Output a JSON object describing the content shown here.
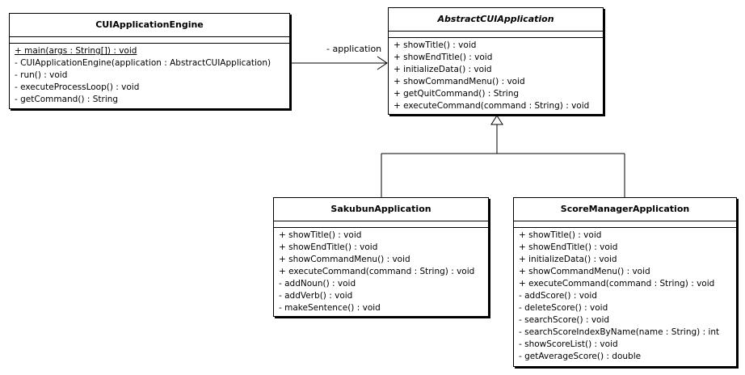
{
  "classes": {
    "engine": {
      "name": "CUIApplicationEngine",
      "operations": [
        "+ main(args : String[]) : void",
        "- CUIApplicationEngine(application : AbstractCUIApplication)",
        "- run() : void",
        "- executeProcessLoop() : void",
        "- getCommand() : String"
      ]
    },
    "abstract": {
      "name": "AbstractCUIApplication",
      "operations": [
        "+ showTitle() : void",
        "+ showEndTitle() : void",
        "+ initializeData() : void",
        "+ showCommandMenu() : void",
        "+ getQuitCommand() : String",
        "+ executeCommand(command : String) : void"
      ]
    },
    "sakubun": {
      "name": "SakubunApplication",
      "operations": [
        "+ showTitle() : void",
        "+ showEndTitle() : void",
        "+ showCommandMenu() : void",
        "+ executeCommand(command : String) : void",
        "- addNoun() : void",
        "- addVerb() : void",
        "- makeSentence() : void"
      ]
    },
    "score": {
      "name": "ScoreManagerApplication",
      "operations": [
        "+ showTitle() : void",
        "+ showEndTitle() : void",
        "+ initializeData() : void",
        "+ showCommandMenu() : void",
        "+ executeCommand(command : String) : void",
        "- addScore() : void",
        "- deleteScore() : void",
        "- searchScore() : void",
        "- searchScoreIndexByName(name : String) : int",
        "- showScoreList() : void",
        "- getAverageScore() : double"
      ]
    }
  },
  "association": {
    "label": "- application"
  }
}
